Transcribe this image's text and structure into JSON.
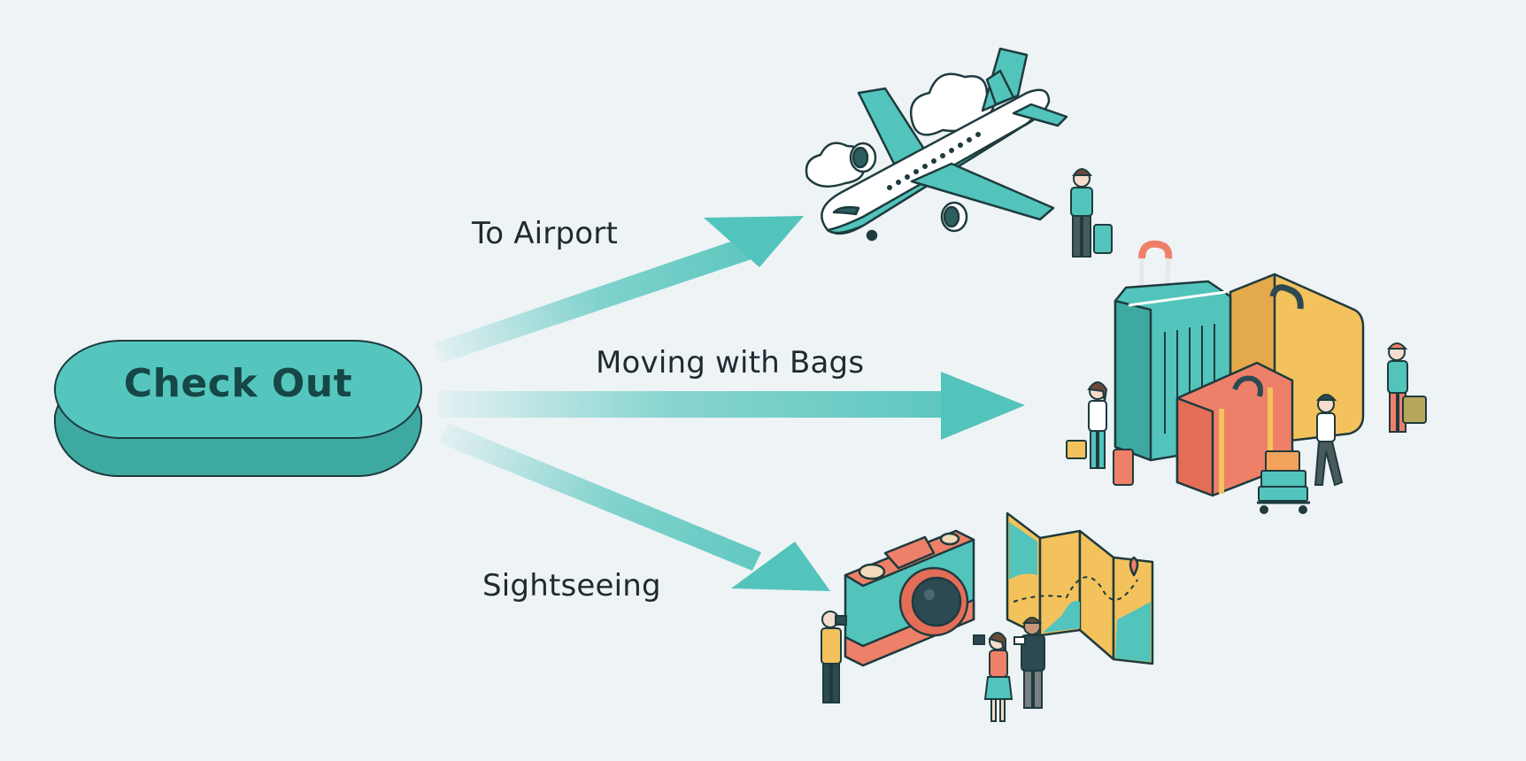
{
  "diagram": {
    "title": "Check Out",
    "type": "flow",
    "source_node": {
      "label": "Check Out",
      "shape": "3d-pill",
      "color": "#52c4bb"
    },
    "branches": [
      {
        "label": "To Airport",
        "direction": "up-right",
        "illustration": "airplane-with-clouds-and-traveler"
      },
      {
        "label": "Moving with Bags",
        "direction": "right",
        "illustration": "large-luggage-with-travelers"
      },
      {
        "label": "Sightseeing",
        "direction": "down-right",
        "illustration": "camera-and-map-with-tourists"
      }
    ]
  },
  "colors": {
    "background": "#eef3f6",
    "teal": "#52c4bb",
    "teal_dark": "#2f9e96",
    "outline": "#1e3b3e",
    "coral": "#ee8069",
    "mustard": "#f3c25c",
    "text": "#1f2a30"
  }
}
